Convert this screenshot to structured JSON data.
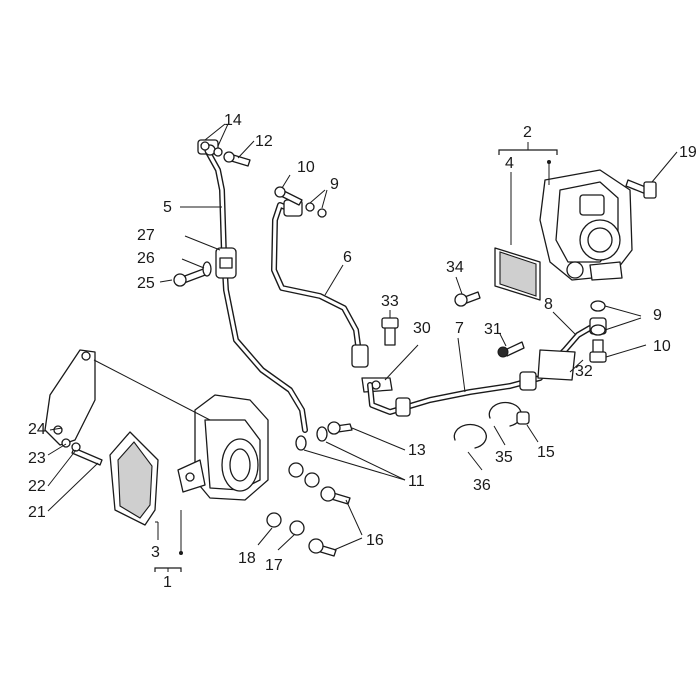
{
  "callouts": {
    "c1": "1",
    "c2": "2",
    "c3": "3",
    "c4": "4",
    "c5": "5",
    "c6": "6",
    "c7": "7",
    "c8": "8",
    "c9a": "9",
    "c9b": "9",
    "c10a": "10",
    "c10b": "10",
    "c11": "11",
    "c12": "12",
    "c13": "13",
    "c14": "14",
    "c15": "15",
    "c16": "16",
    "c17": "17",
    "c18": "18",
    "c19": "19",
    "c21": "21",
    "c22": "22",
    "c23": "23",
    "c24": "24",
    "c25": "25",
    "c26": "26",
    "c27": "27",
    "c30": "30",
    "c31": "31",
    "c32": "32",
    "c33": "33",
    "c34": "34",
    "c35": "35",
    "c36": "36"
  }
}
